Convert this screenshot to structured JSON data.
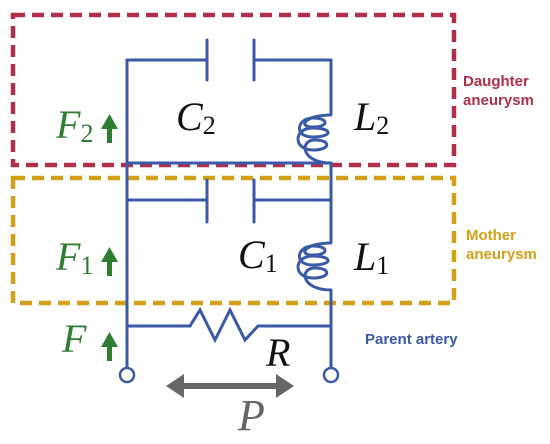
{
  "colors": {
    "wire": "#3a5aa8",
    "daughter_box": "#b0304a",
    "mother_box": "#d4a017",
    "green": "#2e7d32",
    "arrow_gray": "#666666",
    "text": "#111111"
  },
  "labels": {
    "daughter": {
      "line1": "Daughter",
      "line2": "aneurysm"
    },
    "mother": {
      "line1": "Mother",
      "line2": "aneurysm"
    },
    "parent": "Parent artery"
  },
  "forces": {
    "f2": {
      "letter": "F",
      "sub": "2"
    },
    "f1": {
      "letter": "F",
      "sub": "1"
    },
    "f": {
      "letter": "F"
    }
  },
  "components": {
    "c2": {
      "letter": "C",
      "sub": "2"
    },
    "l2": {
      "letter": "L",
      "sub": "2"
    },
    "c1": {
      "letter": "C",
      "sub": "1"
    },
    "l1": {
      "letter": "L",
      "sub": "1"
    },
    "r": "R"
  },
  "pressure": "P"
}
